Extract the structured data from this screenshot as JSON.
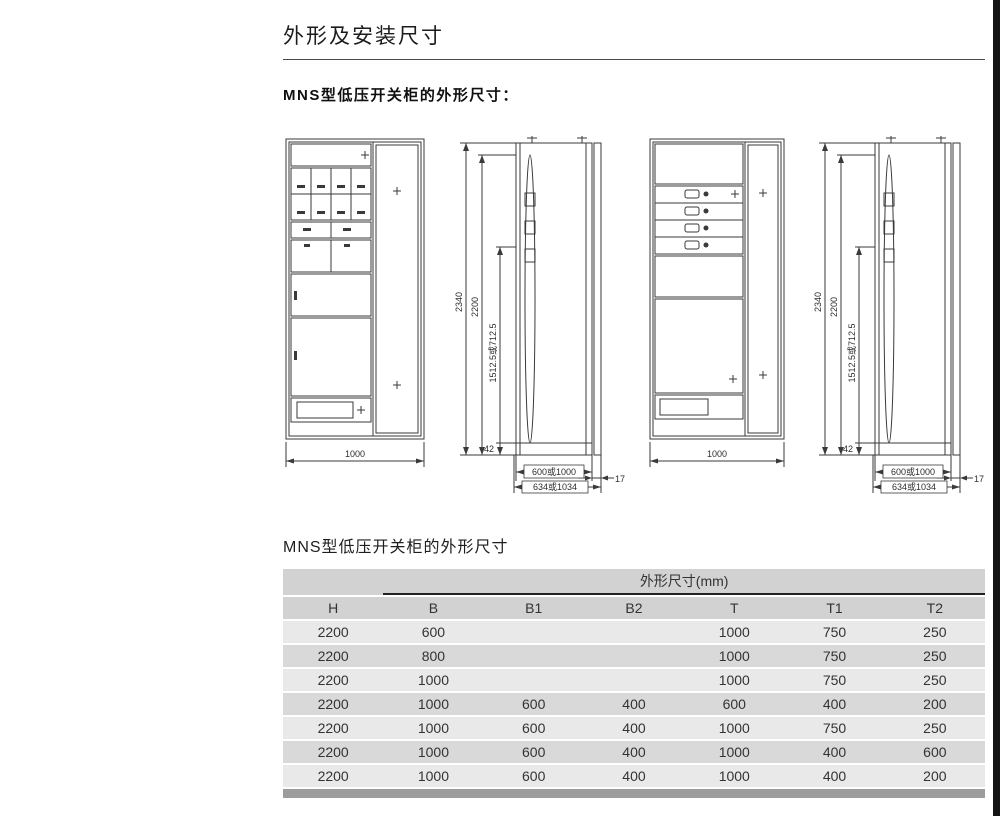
{
  "page": {
    "title": "外形及安装尺寸",
    "subtitle": "MNS型低压开关柜的外形尺寸：",
    "table_title": "MNS型低压开关柜的外形尺寸"
  },
  "drawings": {
    "front1": {
      "width": "1000"
    },
    "front2": {
      "width": "1000"
    },
    "side1": {
      "total_height": "2340",
      "frame_height": "2200",
      "rail_height": "1512.5或712.5",
      "base_height": "42",
      "depth": "600或1000",
      "door_thickness": "17",
      "overall_depth": "634或1034"
    },
    "side2": {
      "total_height": "2340",
      "frame_height": "2200",
      "rail_height": "1512.5或712.5",
      "base_height": "42",
      "depth": "600或1000",
      "door_thickness": "17",
      "overall_depth": "634或1034"
    }
  },
  "table": {
    "group_header": "外形尺寸(mm)",
    "columns": [
      "H",
      "B",
      "B1",
      "B2",
      "T",
      "T1",
      "T2"
    ],
    "rows": [
      [
        "2200",
        "600",
        "",
        "",
        "1000",
        "750",
        "250"
      ],
      [
        "2200",
        "800",
        "",
        "",
        "1000",
        "750",
        "250"
      ],
      [
        "2200",
        "1000",
        "",
        "",
        "1000",
        "750",
        "250"
      ],
      [
        "2200",
        "1000",
        "600",
        "400",
        "600",
        "400",
        "200"
      ],
      [
        "2200",
        "1000",
        "600",
        "400",
        "1000",
        "750",
        "250"
      ],
      [
        "2200",
        "1000",
        "600",
        "400",
        "1000",
        "400",
        "600"
      ],
      [
        "2200",
        "1000",
        "600",
        "400",
        "1000",
        "400",
        "200"
      ]
    ]
  }
}
